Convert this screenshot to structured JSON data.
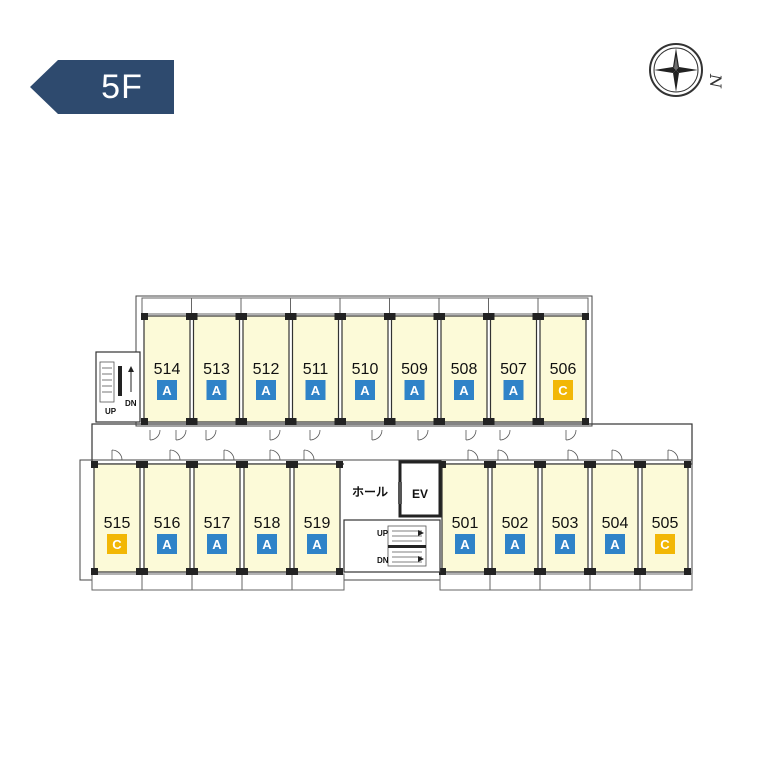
{
  "floor": {
    "label": "5F"
  },
  "compass": {
    "north_label": "N",
    "icon": "compass-rose-icon"
  },
  "labels": {
    "hall": "ホール",
    "elevator": "EV",
    "up": "UP",
    "down": "DN"
  },
  "colors": {
    "tag": "#2e4a6e",
    "room": "#fcfad8",
    "type_a": "#2f83c8",
    "type_c": "#f2b705"
  },
  "units": {
    "north": [
      {
        "number": "514",
        "type": "A"
      },
      {
        "number": "513",
        "type": "A"
      },
      {
        "number": "512",
        "type": "A"
      },
      {
        "number": "511",
        "type": "A"
      },
      {
        "number": "510",
        "type": "A"
      },
      {
        "number": "509",
        "type": "A"
      },
      {
        "number": "508",
        "type": "A"
      },
      {
        "number": "507",
        "type": "A"
      },
      {
        "number": "506",
        "type": "C"
      }
    ],
    "south_west": [
      {
        "number": "515",
        "type": "C"
      },
      {
        "number": "516",
        "type": "A"
      },
      {
        "number": "517",
        "type": "A"
      },
      {
        "number": "518",
        "type": "A"
      },
      {
        "number": "519",
        "type": "A"
      }
    ],
    "south_east": [
      {
        "number": "501",
        "type": "A"
      },
      {
        "number": "502",
        "type": "A"
      },
      {
        "number": "503",
        "type": "A"
      },
      {
        "number": "504",
        "type": "A"
      },
      {
        "number": "505",
        "type": "C"
      }
    ]
  }
}
